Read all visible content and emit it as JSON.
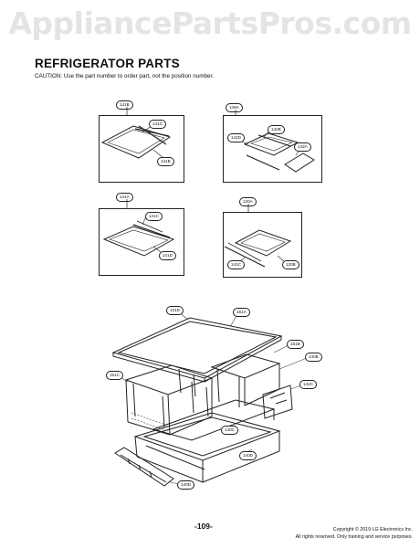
{
  "watermark": "AppliancePartsPros.com",
  "title": "REFRIGERATOR PARTS",
  "caution": "CAUTION: Use the part number to order part, not the position number.",
  "diagrams": {
    "d1": {
      "group": "141B",
      "labels": [
        "141G",
        "141B"
      ]
    },
    "d2": {
      "group": "149A",
      "labels": [
        "142B",
        "142D",
        "142A"
      ]
    },
    "d3": {
      "group": "141A",
      "labels": [
        "141C",
        "141D"
      ]
    },
    "d4": {
      "group": "120A",
      "labels": [
        "141C",
        "120B"
      ]
    },
    "main": {
      "labels": [
        "141D",
        "151A",
        "151B",
        "140B",
        "151C",
        "142C",
        "140C",
        "140D",
        "140D"
      ]
    }
  },
  "page_number": "-109-",
  "copyright": [
    "Copyright © 2019 LG Electronics Inc.",
    "All rights reserved. Only training and service purposes."
  ]
}
